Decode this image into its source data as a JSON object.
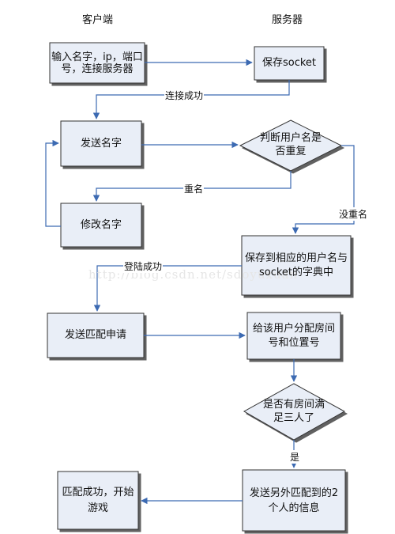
{
  "lanes": {
    "client": "客户端",
    "server": "服务器"
  },
  "nodes": {
    "input": "输入名字，ip，端口号，连接服务器",
    "save_socket": "保存socket",
    "send_name": "发送名字",
    "check_name": "判断用户名是否重复",
    "modify_name": "修改名字",
    "save_map": "保存到相应的用户名与socket的字典中",
    "send_match": "发送匹配申请",
    "assign_room": "给该用户分配房间号和位置号",
    "room_full": "是否有房间满足三人了",
    "send_info": "发送另外匹配到的2个人的信息",
    "match_success": "匹配成功，开始游戏"
  },
  "edges": {
    "connect_ok": "连接成功",
    "dup_name": "重名",
    "no_dup": "没重名",
    "login_ok": "登陆成功",
    "yes": "是"
  },
  "watermark": "http://blog.csdn.net/sdoyuxuan",
  "colors": {
    "box_fill": "#e9eef7",
    "line": "#3c6ab2"
  }
}
